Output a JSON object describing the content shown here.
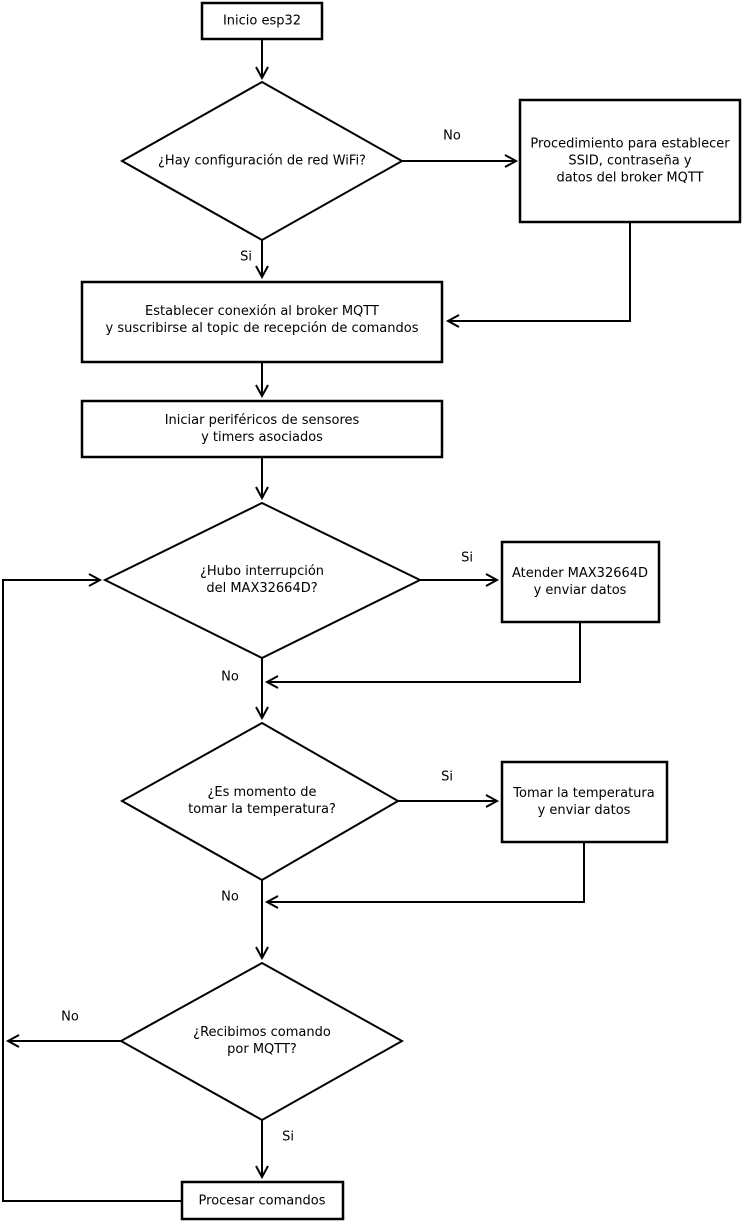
{
  "diagram": {
    "type": "flowchart",
    "background_color": "#ffffff",
    "line_color": "#000000",
    "nodes": {
      "start": {
        "shape": "rect",
        "label": "Inicio esp32"
      },
      "wifi_decision": {
        "shape": "diamond",
        "label": "¿Hay configuración de red WiFi?"
      },
      "setup_procedure": {
        "shape": "rect",
        "label": "Procedimiento para establecer\nSSID, contraseña y\ndatos del broker MQTT"
      },
      "connect_broker": {
        "shape": "rect",
        "label": "Establecer conexión al broker MQTT\ny suscribirse al topic de recepción de comandos"
      },
      "init_peripherals": {
        "shape": "rect",
        "label": "Iniciar periféricos de sensores\ny timers asociados"
      },
      "max_interrupt_decision": {
        "shape": "diamond",
        "label": "¿Hubo interrupción\ndel MAX32664D?"
      },
      "attend_max": {
        "shape": "rect",
        "label": "Atender MAX32664D\ny enviar datos"
      },
      "temp_decision": {
        "shape": "diamond",
        "label": "¿Es momento de\ntomar la temperatura?"
      },
      "take_temp": {
        "shape": "rect",
        "label": "Tomar la temperatura\ny enviar datos"
      },
      "mqtt_decision": {
        "shape": "diamond",
        "label": "¿Recibimos comando\npor MQTT?"
      },
      "process_commands": {
        "shape": "rect",
        "label": "Procesar comandos"
      }
    },
    "edge_labels": {
      "wifi_no": "No",
      "wifi_si": "Si",
      "max_si": "Si",
      "max_no": "No",
      "temp_si": "Si",
      "temp_no": "No",
      "mqtt_no": "No",
      "mqtt_si": "Si"
    }
  }
}
